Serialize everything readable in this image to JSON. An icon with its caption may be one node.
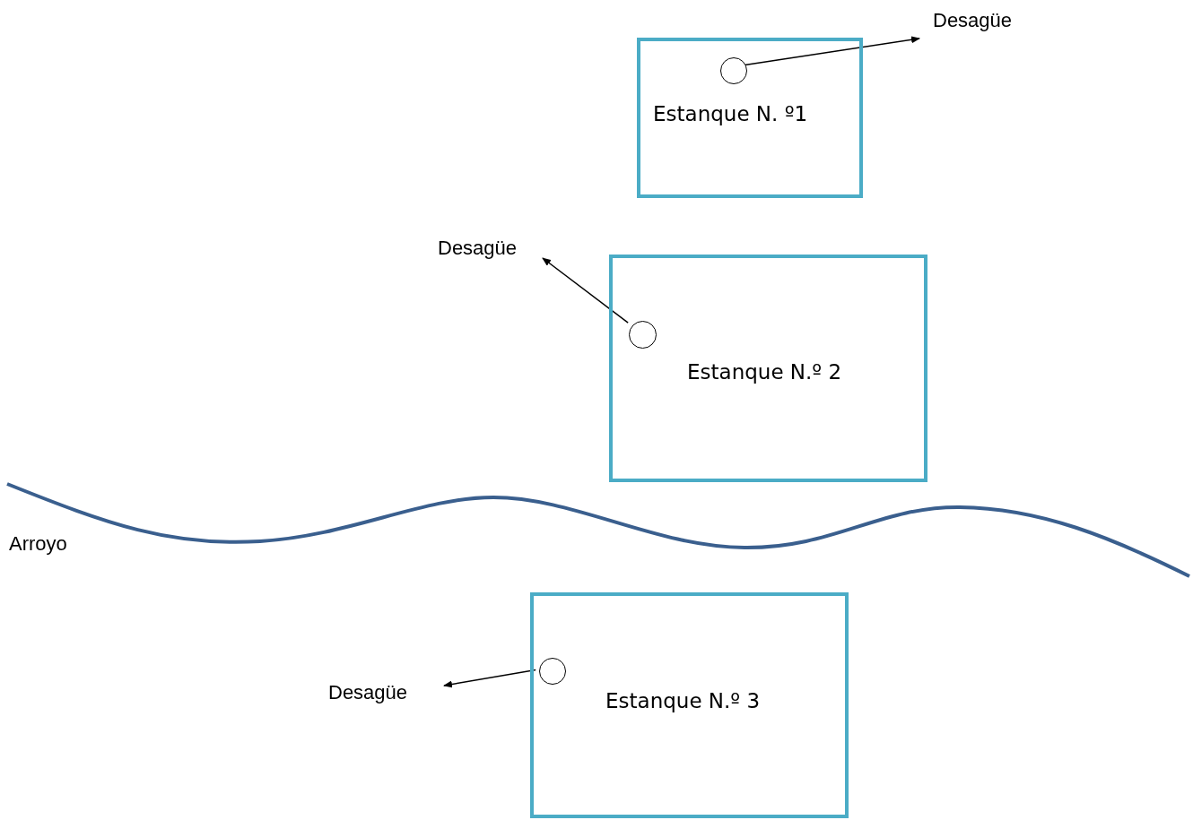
{
  "diagram": {
    "nodes": [
      {
        "text": [
          "Estanque N. º1"
        ]
      },
      {
        "text": [],
        "shape": "circle",
        "in": 0
      },
      {
        "text": [
          "Desagüe"
        ]
      },
      {
        "text": [
          "Estanque N.º 2"
        ]
      },
      {
        "text": [],
        "shape": "circle",
        "in": 3
      },
      {
        "text": [
          "Desagüe"
        ]
      },
      {
        "text": [
          "Estanque N.º 3"
        ]
      },
      {
        "text": [],
        "shape": "circle",
        "in": 6
      },
      {
        "text": [
          "Desagüe"
        ]
      }
    ],
    "edges": [
      {
        "from": 1,
        "to": 2,
        "arrow": "to"
      },
      {
        "from": 4,
        "to": 5,
        "arrow": "to"
      },
      {
        "from": 7,
        "to": 8,
        "arrow": "to"
      }
    ],
    "labels": [
      "Arroyo"
    ]
  }
}
